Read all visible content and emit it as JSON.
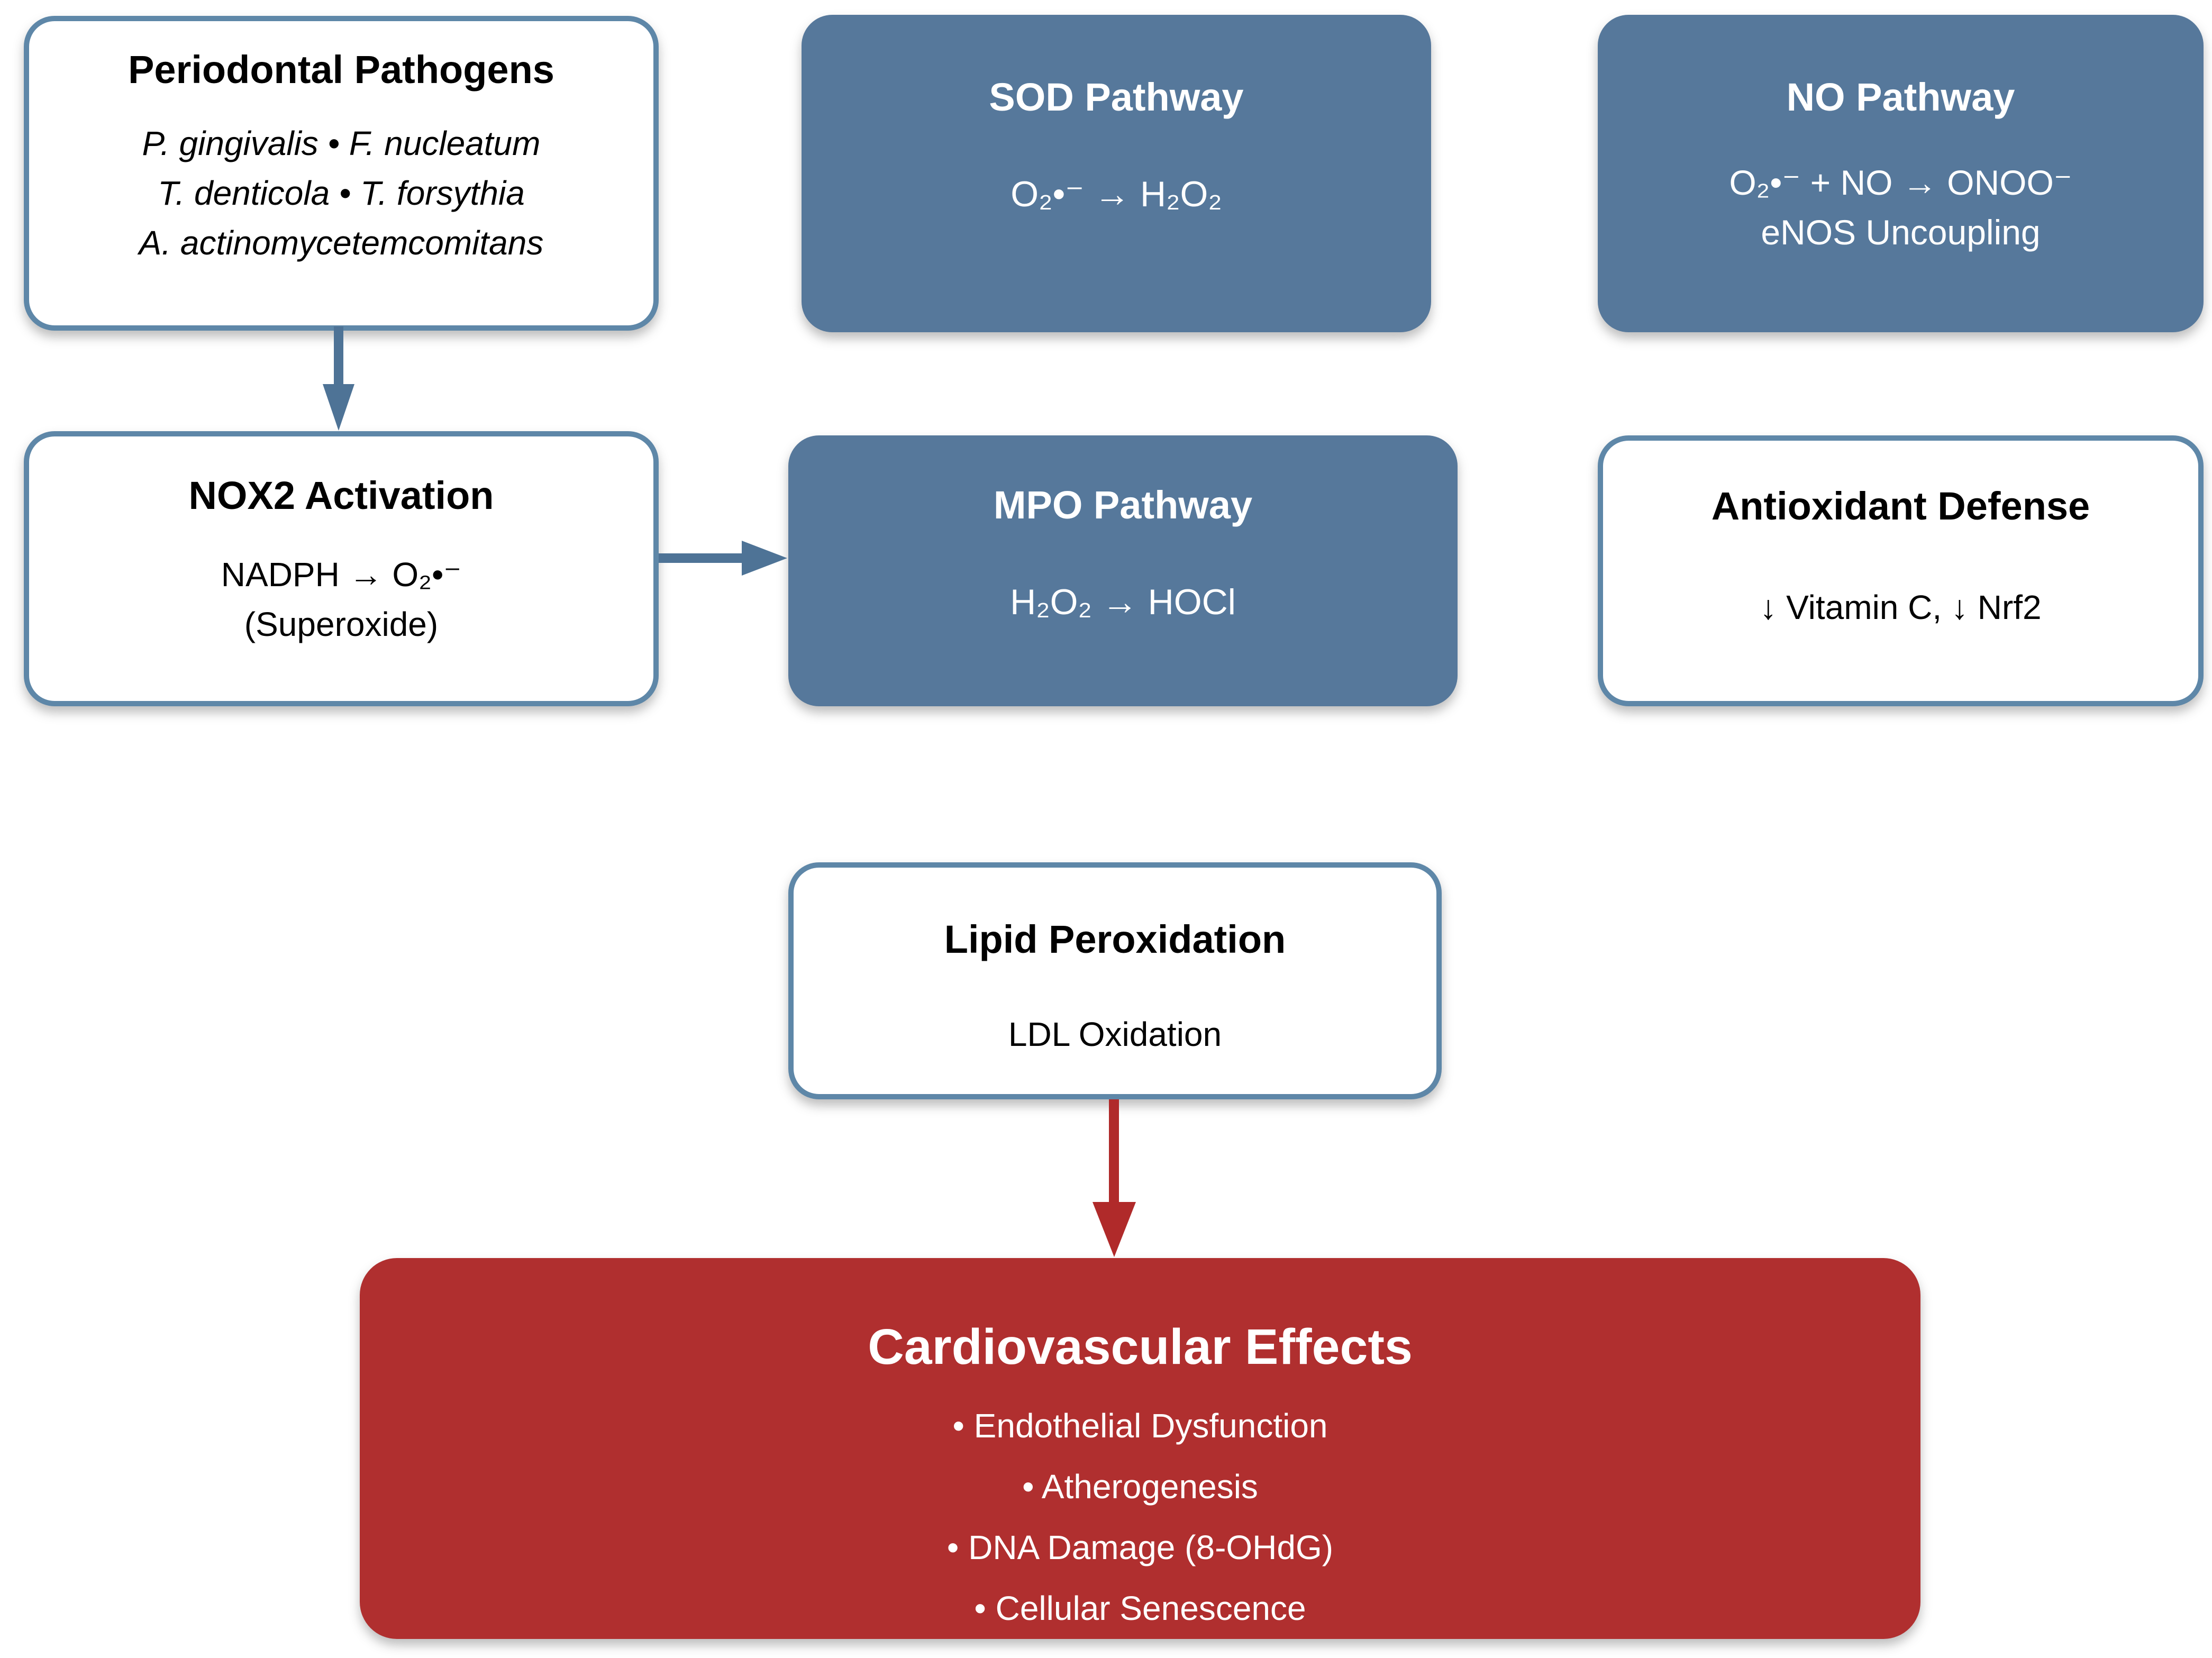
{
  "colors": {
    "blue_fill": "#56789B",
    "blue_border": "#5E87A8",
    "arrow_blue": "#4E7396",
    "red_fill": "#B02F2F",
    "arrow_red": "#B02A2A",
    "text_dark": "#000000",
    "text_light": "#FFFFFF",
    "background": "#FFFFFF"
  },
  "boxes": {
    "periodontal": {
      "title": "Periodontal Pathogens",
      "lines": [
        "P. gingivalis • F. nucleatum",
        "T. denticola • T. forsythia",
        "A. actinomycetemcomitans"
      ]
    },
    "sod": {
      "title": "SOD Pathway",
      "lines": [
        "O₂•⁻ → H₂O₂"
      ]
    },
    "no": {
      "title": "NO Pathway",
      "lines": [
        "O₂•⁻ + NO → ONOO⁻",
        "eNOS Uncoupling"
      ]
    },
    "nox2": {
      "title": "NOX2 Activation",
      "lines": [
        "NADPH → O₂•⁻",
        "(Superoxide)"
      ]
    },
    "mpo": {
      "title": "MPO Pathway",
      "lines": [
        "H₂O₂ → HOCl"
      ]
    },
    "antioxidant": {
      "title": "Antioxidant Defense",
      "lines": [
        "↓ Vitamin C, ↓ Nrf2"
      ]
    },
    "lipid": {
      "title": "Lipid Peroxidation",
      "lines": [
        "LDL Oxidation"
      ]
    },
    "cardio": {
      "title": "Cardiovascular Effects",
      "bullets": [
        "• Endothelial Dysfunction",
        "• Atherogenesis",
        "• DNA Damage (8-OHdG)",
        "• Cellular Senescence"
      ]
    }
  },
  "connectors": [
    {
      "name": "pathogens-to-nox2",
      "from": "Periodontal Pathogens",
      "to": "NOX2 Activation",
      "direction": "down",
      "color": "#4E7396"
    },
    {
      "name": "nox2-to-mpo",
      "from": "NOX2 Activation",
      "to": "MPO Pathway",
      "direction": "right",
      "color": "#4E7396"
    },
    {
      "name": "lipid-to-cardio",
      "from": "Lipid Peroxidation",
      "to": "Cardiovascular Effects",
      "direction": "down",
      "color": "#B02A2A"
    }
  ]
}
